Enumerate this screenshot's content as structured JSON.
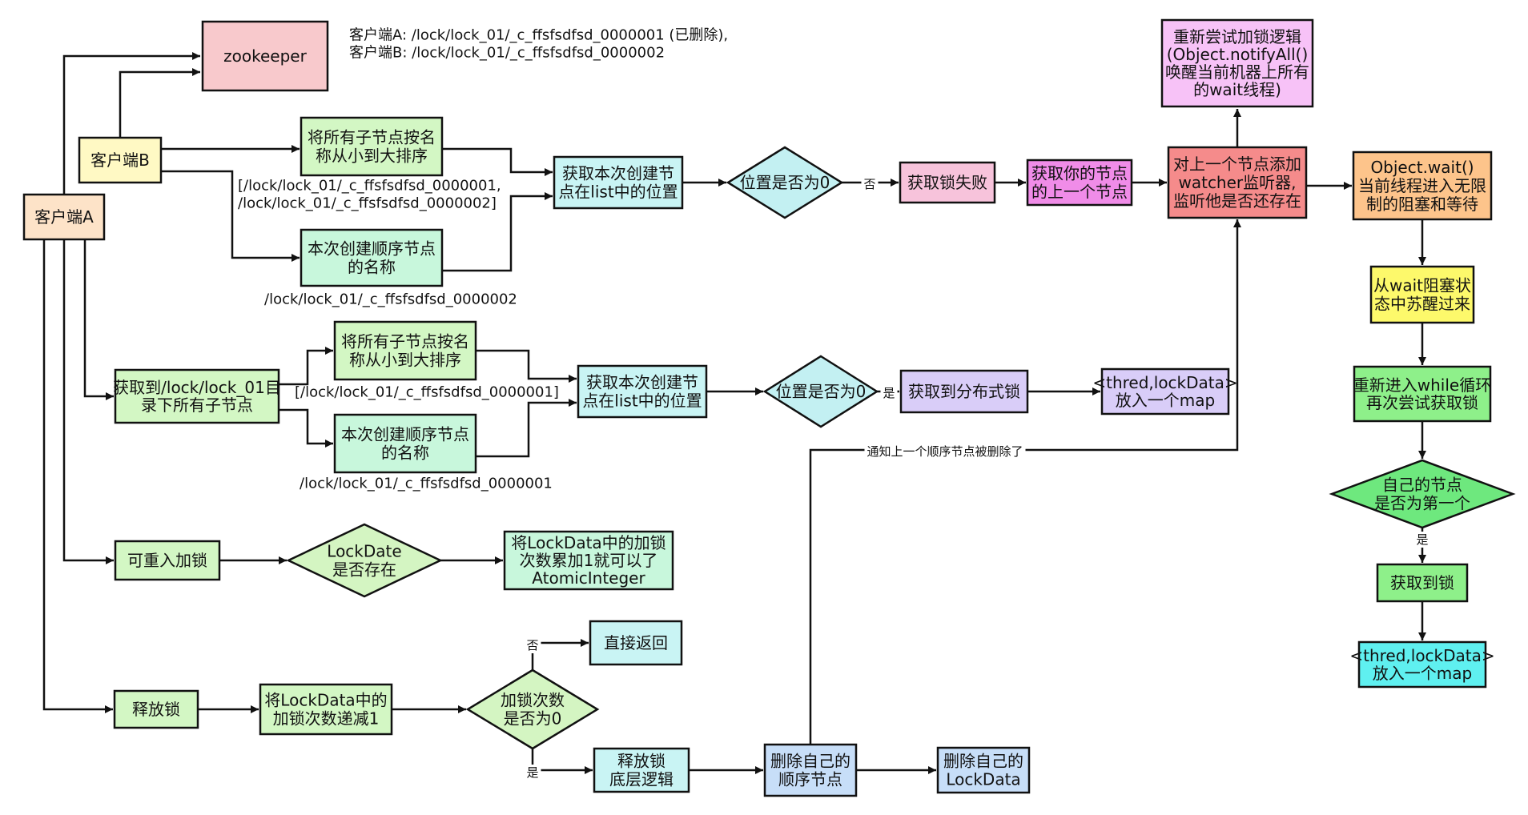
{
  "colors": {
    "pink": "#f8c9cc",
    "yellow": "#fff9c4",
    "peach": "#fde3c8",
    "green": "#d3f7c4",
    "mint": "#c8f7dc",
    "cyan": "#c9f4f4",
    "diamond_cyan": "#c3f0f2",
    "diamond_green": "#d4f5c2",
    "diamond_bright_green": "#6ee87e",
    "rose": "#f7c3db",
    "magenta": "#f08ce8",
    "red": "#f58b8b",
    "violet": "#f7c2f7",
    "orange": "#fdc48b",
    "bright_yellow": "#fdf96b",
    "bright_green": "#8ef08a",
    "bright_cyan": "#5ff0f0",
    "lavender": "#d9cdf8",
    "light_blue": "#c7def8"
  },
  "nodes": {
    "zookeeper": {
      "lines": [
        "zookeeper"
      ]
    },
    "client_a": {
      "lines": [
        "客户端A"
      ]
    },
    "client_b": {
      "lines": [
        "客户端B"
      ]
    },
    "sort_b": {
      "lines": [
        "将所有子节点按名",
        "称从小到大排序"
      ]
    },
    "name_b": {
      "lines": [
        "本次创建顺序节点",
        "的名称"
      ]
    },
    "pos_b": {
      "lines": [
        "获取本次创建节",
        "点在list中的位置"
      ]
    },
    "is0_b": {
      "lines": [
        "位置是否为0"
      ]
    },
    "fail": {
      "lines": [
        "获取锁失败"
      ]
    },
    "prev": {
      "lines": [
        "获取你的节点",
        "的上一个节点"
      ]
    },
    "watch": {
      "lines": [
        "对上一个节点添加",
        "watcher监听器,",
        "监听他是否还存在"
      ]
    },
    "retry": {
      "lines": [
        "重新尝试加锁逻辑",
        "(Object.notifyAll()",
        "唤醒当前机器上所有",
        "的wait线程)"
      ]
    },
    "wait": {
      "lines": [
        "Object.wait()",
        "当前线程进入无限",
        "制的阻塞和等待"
      ]
    },
    "wake": {
      "lines": [
        "从wait阻塞状",
        "态中苏醒过来"
      ]
    },
    "loop": {
      "lines": [
        "重新进入while循环",
        "再次尝试获取锁"
      ]
    },
    "first": {
      "lines": [
        "自己的节点",
        "是否为第一个"
      ]
    },
    "got_lock": {
      "lines": [
        "获取到锁"
      ]
    },
    "map_right": {
      "lines": [
        "<thred,lockData>",
        "放入一个map"
      ]
    },
    "get_children": {
      "lines": [
        "获取到/lock/lock_01目",
        "录下所有子节点"
      ]
    },
    "sort_a": {
      "lines": [
        "将所有子节点按名",
        "称从小到大排序"
      ]
    },
    "name_a": {
      "lines": [
        "本次创建顺序节点",
        "的名称"
      ]
    },
    "pos_a": {
      "lines": [
        "获取本次创建节",
        "点在list中的位置"
      ]
    },
    "is0_a": {
      "lines": [
        "位置是否为0"
      ]
    },
    "dist_lock": {
      "lines": [
        "获取到分布式锁"
      ]
    },
    "map_mid": {
      "lines": [
        "<thred,lockData>",
        "放入一个map"
      ]
    },
    "reentrant": {
      "lines": [
        "可重入加锁"
      ]
    },
    "lockdate_exists": {
      "lines": [
        "LockDate",
        "是否存在"
      ]
    },
    "atomic": {
      "lines": [
        "将LockData中的加锁",
        "次数累加1就可以了",
        "AtomicInteger"
      ]
    },
    "release": {
      "lines": [
        "释放锁"
      ]
    },
    "decrement": {
      "lines": [
        "将LockData中的",
        "加锁次数递减1"
      ]
    },
    "count0": {
      "lines": [
        "加锁次数",
        "是否为0"
      ]
    },
    "return": {
      "lines": [
        "直接返回"
      ]
    },
    "release_low": {
      "lines": [
        "释放锁",
        "底层逻辑"
      ]
    },
    "delete_node": {
      "lines": [
        "删除自己的",
        "顺序节点"
      ]
    },
    "delete_data": {
      "lines": [
        "删除自己的",
        "LockData"
      ]
    }
  },
  "edge_labels": {
    "no_1": "否",
    "yes_1": "是",
    "notify": "通知上一个顺序节点被删除了",
    "yes_2": "是",
    "no_2": "否",
    "yes_3": "是"
  },
  "annotations": {
    "top_note": [
      "客户端A:  /lock/lock_01/_c_ffsfsdfsd_0000001 (已删除),",
      "客户端B:  /lock/lock_01/_c_ffsfsdfsd_0000002"
    ],
    "list_b": [
      "[/lock/lock_01/_c_ffsfsdfsd_0000001,",
      "/lock/lock_01/_c_ffsfsdfsd_0000002]"
    ],
    "name_b_val": [
      "/lock/lock_01/_c_ffsfsdfsd_0000002"
    ],
    "list_a": [
      "[/lock/lock_01/_c_ffsfsdfsd_0000001]"
    ],
    "name_a_val": [
      "/lock/lock_01/_c_ffsfsdfsd_0000001"
    ]
  }
}
